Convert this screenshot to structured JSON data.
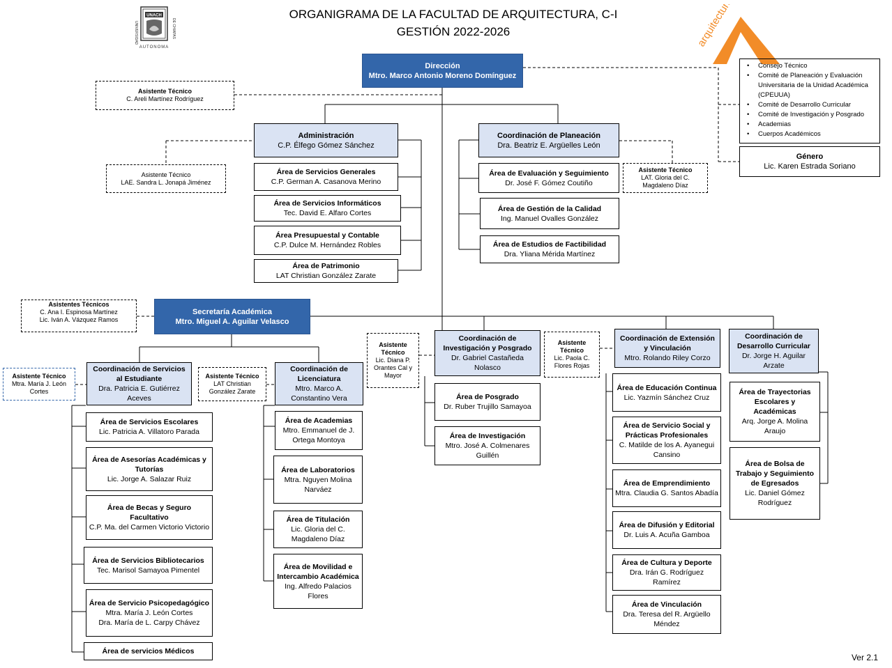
{
  "title": {
    "line1": "ORGANIGRAMA  DE LA FACULTAD DE ARQUITECTURA,  C-I",
    "line2": "GESTIÓN  2022-2026"
  },
  "logo": {
    "seal_text": "UNACH",
    "left_text": "UNIVERSIDAD",
    "right_text": "DE CHIAPAS",
    "bottom_text": "AUTONOMA"
  },
  "brand": {
    "text": "arquitectura",
    "color": "#f28c28"
  },
  "colors": {
    "dark_blue": "#3366aa",
    "light_blue": "#dae3f3"
  },
  "direccion": {
    "title": "Dirección",
    "name": "Mtro. Marco Antonio Moreno Domínguez"
  },
  "asistente_dir": {
    "title": "Asistente Técnico",
    "name": "C. Areli Martínez Rodríguez"
  },
  "consejo": [
    "Consejo Técnico",
    "Comité de Planeación  y Evaluación Universitaria de la Unidad Académica (CPEUUA)",
    "Comité de Desarrollo  Curricular",
    "Comité de Investigación  y Posgrado",
    "Academias",
    "Cuerpos Académicos"
  ],
  "genero": {
    "title": "Género",
    "name": "Lic. Karen Estrada Soriano"
  },
  "administracion": {
    "title": "Administración",
    "name": "C.P. Élfego  Gómez  Sánchez"
  },
  "asistente_admin": {
    "title": "Asistente Técnico",
    "name": "LAE. Sandra L. Jonapá Jiménez"
  },
  "admin_areas": [
    {
      "title": "Área de Servicios Generales",
      "name": "C.P. German  A.  Casanova Merino"
    },
    {
      "title": "Área de Servicios Informáticos",
      "name": "Tec. David E. Alfaro Cortes"
    },
    {
      "title": "Área Presupuestal y Contable",
      "name": "C.P. Dulce M. Hernández Robles"
    },
    {
      "title": "Área de Patrimonio",
      "name": "LAT Christian  González  Zarate"
    }
  ],
  "planeacion": {
    "title": "Coordinación de Planeación",
    "name": "Dra. Beatriz  E.  Argüelles León"
  },
  "asistente_plan": {
    "title": "Asistente Técnico",
    "name": "LAT. Gloria del C. Magdaleno  Díaz"
  },
  "plan_areas": [
    {
      "title": "Área de Evaluación y Seguimiento",
      "name": "Dr. José  F.  Gómez  Coutiño"
    },
    {
      "title": "Área de Gestión de la Calidad",
      "name": "Ing. Manuel Ovalles González"
    },
    {
      "title": "Área de Estudios de Factibilidad",
      "name": "Dra. Yliana  Mérida  Martínez"
    }
  ],
  "secretaria": {
    "title": "Secretaría Académica",
    "name": "Mtro. Miguel A. Aguilar Velasco"
  },
  "asistentes_sec": {
    "title": "Asistentes Técnicos",
    "name1": "C. Ana I. Espinosa Martínez",
    "name2": "Lic. Iván A. Vázquez Ramos"
  },
  "servicios_est": {
    "title": "Coordinación de Servicios al Estudiante",
    "name": "Dra. Patricia  E. Gutiérrez Aceves"
  },
  "asistente_serv": {
    "title": "Asistente Técnico",
    "name": "Mtra. María J. León Cortes"
  },
  "serv_areas": [
    {
      "title": "Área de Servicios  Escolares",
      "name": "Lic. Patricia  A.  Villatoro  Parada"
    },
    {
      "title": "Área de Asesorías Académicas y Tutorías",
      "name": "Lic. Jorge  A. Salazar  Ruiz"
    },
    {
      "title": "Área de Becas y Seguro Facultativo",
      "name": "C.P. Ma. del Carmen Victorio Victorio"
    },
    {
      "title": "Área de Servicios Bibliotecarios",
      "name": "Tec. Marisol Samayoa Pimentel"
    },
    {
      "title": "Área de Servicio Psicopedagógico",
      "name": "Mtra.  María J. León Cortes",
      "name2": "Dra. María de L. Carpy Chávez"
    },
    {
      "title": "Área de servicios Médicos",
      "name": ""
    }
  ],
  "licenciatura": {
    "title": "Coordinación de Licenciatura",
    "name": "Mtro.  Marco A. Constantino  Vera"
  },
  "asistente_lic": {
    "title": "Asistente Técnico",
    "name": "LAT Christian González Zarate"
  },
  "lic_areas": [
    {
      "title": "Área de Academias",
      "name": "Mtro.  Emmanuel  de J. Ortega Montoya"
    },
    {
      "title": "Área de Laboratorios",
      "name": "Mtra.  Nguyen Molina Narváez"
    },
    {
      "title": "Área de Titulación",
      "name": "Lic.  Gloria del  C. Magdaleno  Díaz"
    },
    {
      "title": "Área de Movilidad e Intercambio Académica",
      "name": "Ing. Alfredo Palacios Flores"
    }
  ],
  "investigacion": {
    "title": "Coordinación de Investigación y Posgrado",
    "name": "Dr. Gabriel  Castañeda Nolasco"
  },
  "asistente_inv": {
    "title": "Asistente Técnico",
    "name": "Lic. Diana P. Orantes Cal y Mayor"
  },
  "inv_areas": [
    {
      "title": "Área de Posgrado",
      "name": "Dr. Ruber Trujillo Samayoa"
    },
    {
      "title": "Área de Investigación",
      "name": "Mtro. José  A.  Colmenares Guillén"
    }
  ],
  "extension": {
    "title": "Coordinación de Extensión y Vinculación",
    "name": "Mtro. Rolando Riley Corzo"
  },
  "asistente_ext": {
    "title": "Asistente Técnico",
    "name": "Lic. Paola C. Flores Rojas"
  },
  "ext_areas": [
    {
      "title": "Área de Educación Continua",
      "name": "Lic.  Yazmín  Sánchez  Cruz"
    },
    {
      "title": "Área de Servicio Social y Prácticas Profesionales",
      "name": "C. Matilde  de los  A. Ayanegui Cansino"
    },
    {
      "title": "Área de  Emprendimiento",
      "name": "Mtra.  Claudia  G.  Santos Abadía"
    },
    {
      "title": "Área de Difusión y Editorial",
      "name": "Dr. Luis  A.  Acuña Gamboa"
    },
    {
      "title": "Área de Cultura y Deporte",
      "name": "Dra. Irán  G.  Rodríguez Ramírez"
    },
    {
      "title": "Área de Vinculación",
      "name": "Dra. Teresa del R. Argüello Méndez"
    }
  ],
  "curricular": {
    "title": "Coordinación de Desarrollo Curricular",
    "name": "Dr. Jorge H. Aguilar Arzate"
  },
  "cur_areas": [
    {
      "title": "Área de Trayectorias Escolares y Académicas",
      "name": "Arq. Jorge A. Molina Araujo"
    },
    {
      "title": "Área de Bolsa de Trabajo y Seguimiento de Egresados",
      "name": "Lic.  Daniel  Gómez Rodríguez"
    }
  ],
  "version": "Ver 2.1"
}
